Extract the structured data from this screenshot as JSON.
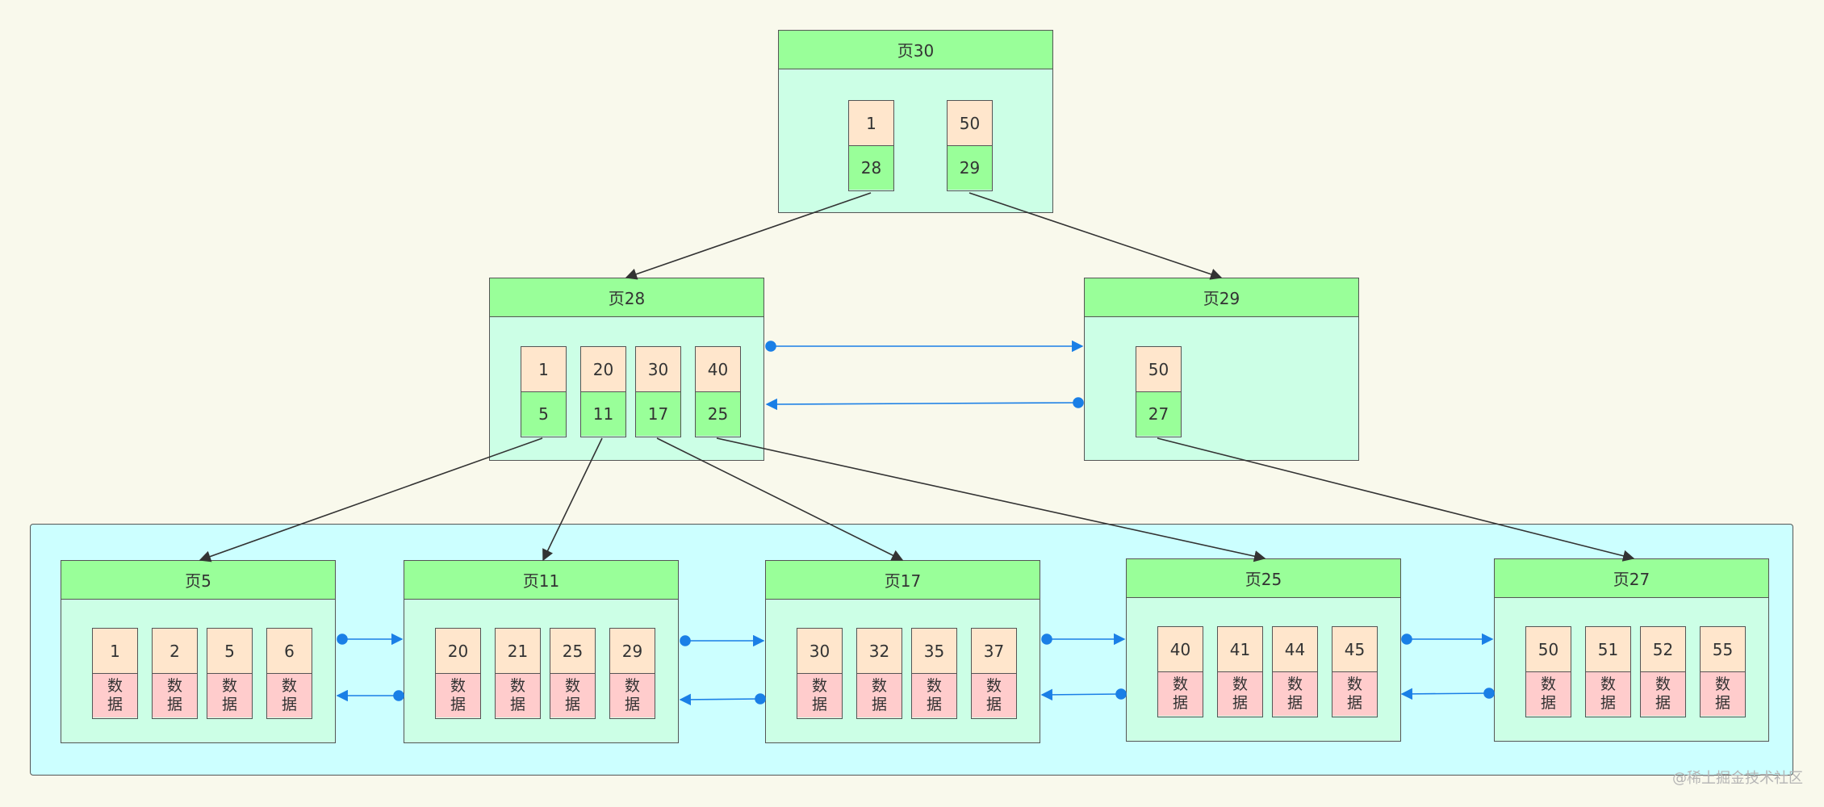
{
  "colors": {
    "background": "#f9f9ec",
    "header": "#99ff99",
    "page_body": "#ccffe6",
    "leaf_container": "#ccffff",
    "key_cell": "#ffe6cc",
    "pointer_cell": "#99ff99",
    "data_cell": "#ffcccc",
    "sibling_link": "#1a7fe6",
    "tree_edge": "#333333"
  },
  "root": {
    "title": "页30",
    "records": [
      {
        "key": "1",
        "pointer": "28"
      },
      {
        "key": "50",
        "pointer": "29"
      }
    ]
  },
  "internal": [
    {
      "title": "页28",
      "records": [
        {
          "key": "1",
          "pointer": "5"
        },
        {
          "key": "20",
          "pointer": "11"
        },
        {
          "key": "30",
          "pointer": "17"
        },
        {
          "key": "40",
          "pointer": "25"
        }
      ]
    },
    {
      "title": "页29",
      "records": [
        {
          "key": "50",
          "pointer": "27"
        }
      ]
    }
  ],
  "leaves": [
    {
      "title": "页5",
      "records": [
        {
          "key": "1",
          "data": "数据"
        },
        {
          "key": "2",
          "data": "数据"
        },
        {
          "key": "5",
          "data": "数据"
        },
        {
          "key": "6",
          "data": "数据"
        }
      ]
    },
    {
      "title": "页11",
      "records": [
        {
          "key": "20",
          "data": "数据"
        },
        {
          "key": "21",
          "data": "数据"
        },
        {
          "key": "25",
          "data": "数据"
        },
        {
          "key": "29",
          "data": "数据"
        }
      ]
    },
    {
      "title": "页17",
      "records": [
        {
          "key": "30",
          "data": "数据"
        },
        {
          "key": "32",
          "data": "数据"
        },
        {
          "key": "35",
          "data": "数据"
        },
        {
          "key": "37",
          "data": "数据"
        }
      ]
    },
    {
      "title": "页25",
      "records": [
        {
          "key": "40",
          "data": "数据"
        },
        {
          "key": "41",
          "data": "数据"
        },
        {
          "key": "44",
          "data": "数据"
        },
        {
          "key": "45",
          "data": "数据"
        }
      ]
    },
    {
      "title": "页27",
      "records": [
        {
          "key": "50",
          "data": "数据"
        },
        {
          "key": "51",
          "data": "数据"
        },
        {
          "key": "52",
          "data": "数据"
        },
        {
          "key": "55",
          "data": "数据"
        }
      ]
    }
  ],
  "watermark": "@稀土掘金技术社区"
}
